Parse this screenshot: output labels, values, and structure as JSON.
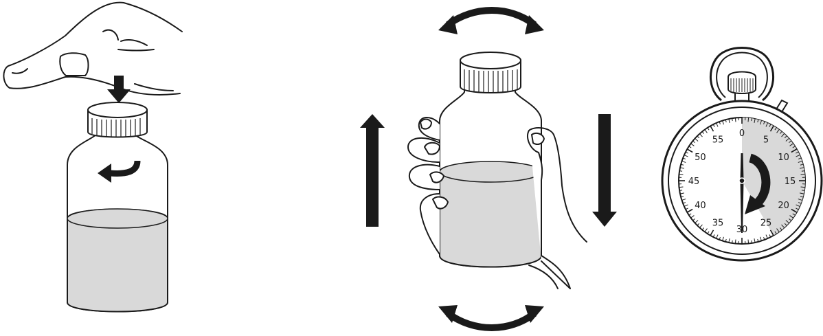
{
  "colors": {
    "ink": "#1a1a1a",
    "liquid": "#d9d9d9",
    "paper": "#ffffff",
    "elapsed": "#d9d9d9"
  },
  "panels": [
    {
      "id": "press-and-turn-cap",
      "icons": [
        "finger-press-icon",
        "down-arrow-icon",
        "turn-arrow-icon",
        "bottle-icon"
      ]
    },
    {
      "id": "shake-bottle",
      "icons": [
        "rotate-arrow-icon",
        "hand-icon",
        "bottle-icon",
        "up-arrow-icon",
        "down-arrow-icon"
      ]
    },
    {
      "id": "wait",
      "icons": [
        "stopwatch-icon"
      ]
    }
  ],
  "stopwatch": {
    "labels": [
      "0",
      "5",
      "10",
      "15",
      "20",
      "25",
      "30",
      "35",
      "40",
      "45",
      "50",
      "55"
    ],
    "elapsed_seconds": 25,
    "total_seconds": 60
  }
}
